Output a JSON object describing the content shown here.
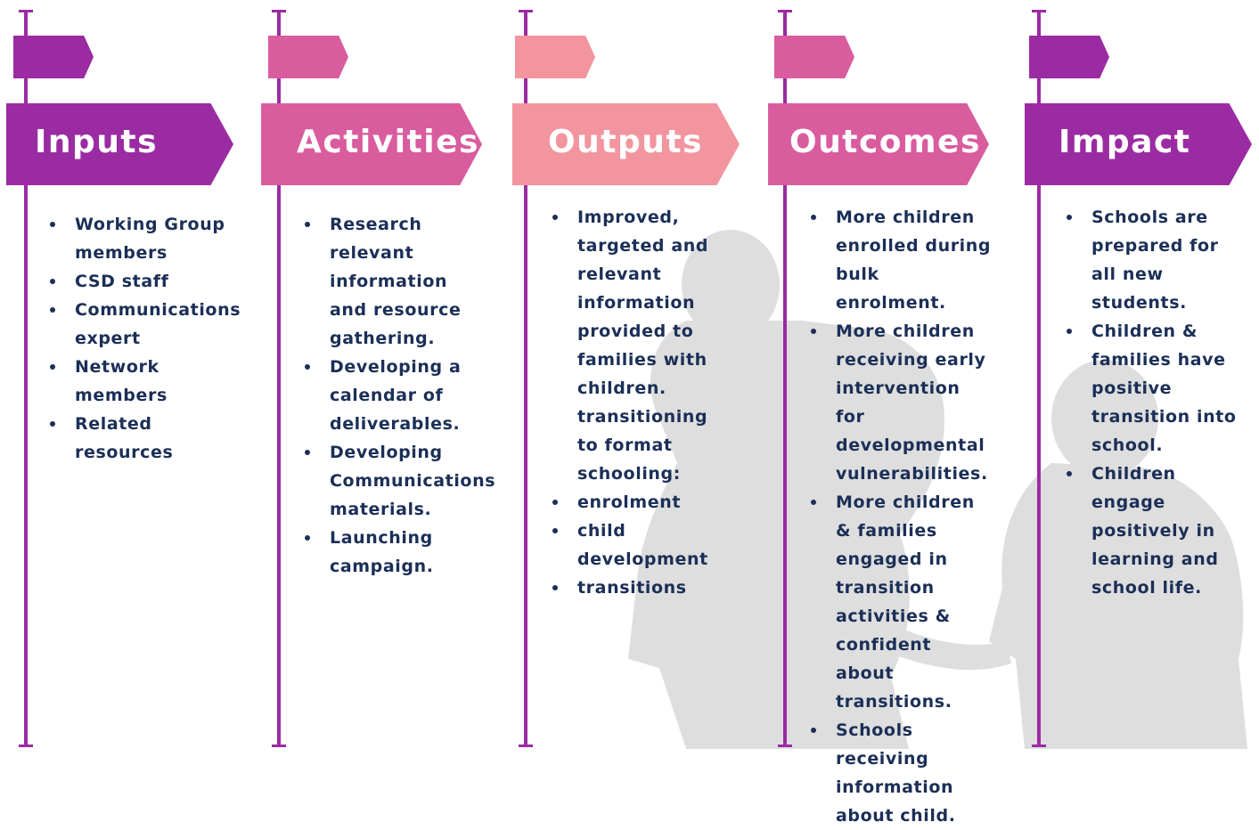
{
  "colors": {
    "purple": "#9b2ba3",
    "pink": "#d95c9f",
    "light_pink": "#f2959f",
    "pole": "#9b2ba3",
    "text": "#1b2f57",
    "silhouette": "#dcdcdc"
  },
  "columns": [
    {
      "title": "Inputs",
      "color": "#9b2ba3",
      "items": [
        "Working Group members",
        "CSD staff",
        "Communications expert",
        "Network members",
        "Related resources"
      ]
    },
    {
      "title": "Activities",
      "color": "#d95c9f",
      "items": [
        "Research relevant information and resource gathering.",
        "Developing a calendar of deliverables.",
        "Developing Communications materials.",
        "Launching campaign."
      ]
    },
    {
      "title": "Outputs",
      "color": "#f2959f",
      "items": [
        "Improved, targeted and relevant information provided to families with children. transitioning to format schooling:",
        "enrolment",
        "child development",
        "transitions"
      ]
    },
    {
      "title": "Outcomes",
      "color": "#d95c9f",
      "items": [
        "More children enrolled during bulk enrolment.",
        "More children receiving early intervention for developmental vulnerabilities.",
        "More children & families engaged in transition activities & confident about transitions.",
        "Schools receiving information about child."
      ]
    },
    {
      "title": "Impact",
      "color": "#9b2ba3",
      "items": [
        "Schools are prepared for all new students.",
        "Children & families have positive transition into school.",
        "Children engage positively in learning and school life."
      ]
    }
  ]
}
